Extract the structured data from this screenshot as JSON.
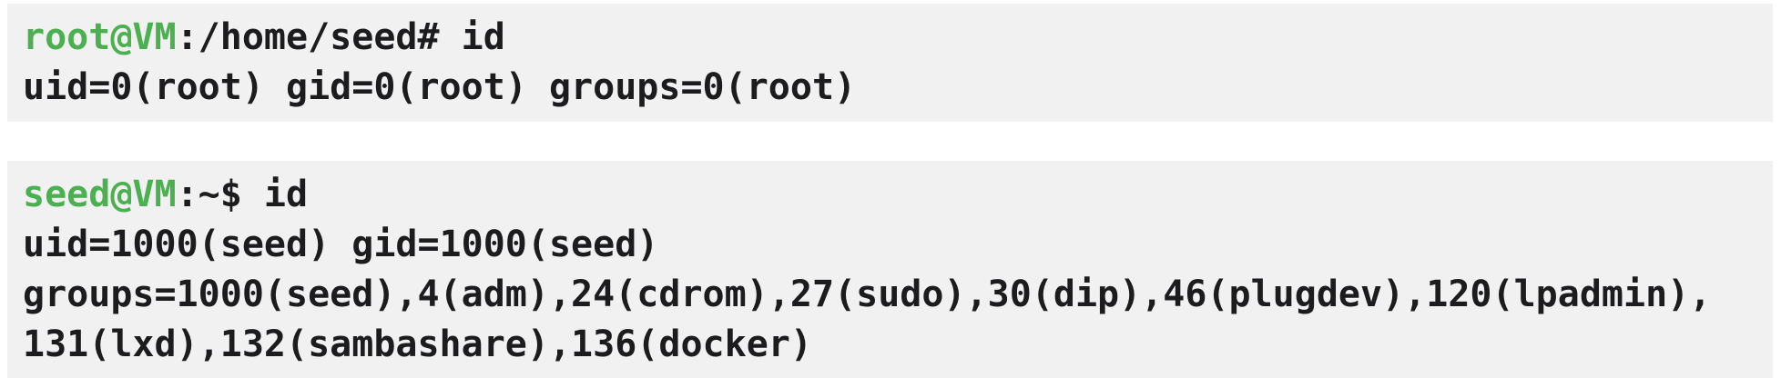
{
  "colors": {
    "page_bg": "#ffffff",
    "block_bg": "#f1f1f2",
    "text": "#1c1c1e",
    "prompt_green": "#4caf50"
  },
  "terminal_blocks": [
    {
      "name": "root-session-block",
      "lines": [
        {
          "name": "root-prompt-line",
          "segments": [
            {
              "name": "prompt-user-host",
              "role": "prompt",
              "text": "root@VM"
            },
            {
              "name": "prompt-path-and-command",
              "role": "default",
              "text": ":/home/seed# id"
            }
          ]
        },
        {
          "name": "root-id-output-line",
          "segments": [
            {
              "name": "command-output",
              "role": "default",
              "text": "uid=0(root) gid=0(root) groups=0(root)"
            }
          ]
        }
      ]
    },
    {
      "name": "seed-session-block",
      "lines": [
        {
          "name": "seed-prompt-line",
          "segments": [
            {
              "name": "prompt-user-host",
              "role": "prompt",
              "text": "seed@VM"
            },
            {
              "name": "prompt-path-and-command",
              "role": "default",
              "text": ":~$ id"
            }
          ]
        },
        {
          "name": "seed-id-output-line-1",
          "segments": [
            {
              "name": "command-output",
              "role": "default",
              "text": "uid=1000(seed) gid=1000(seed)"
            }
          ]
        },
        {
          "name": "seed-id-output-line-2",
          "segments": [
            {
              "name": "command-output",
              "role": "default",
              "text": "groups=1000(seed),4(adm),24(cdrom),27(sudo),30(dip),46(plugdev),120(lpadmin),"
            }
          ]
        },
        {
          "name": "seed-id-output-line-3",
          "segments": [
            {
              "name": "command-output",
              "role": "default",
              "text": "131(lxd),132(sambashare),136(docker)"
            }
          ]
        }
      ]
    }
  ]
}
